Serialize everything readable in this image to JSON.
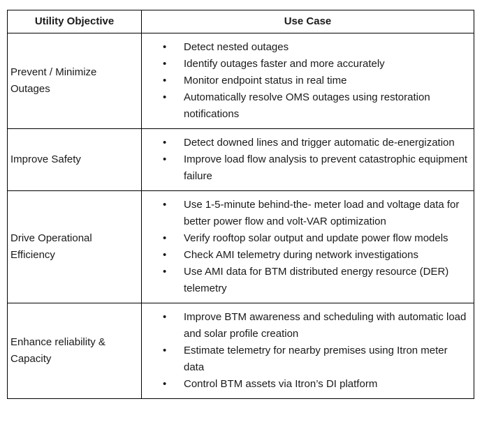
{
  "table": {
    "headers": {
      "objective": "Utility Objective",
      "use_case": "Use Case"
    },
    "rows": [
      {
        "objective": "Prevent / Minimize Outages",
        "use_cases": [
          "Detect nested outages",
          "Identify outages faster and more accurately",
          "Monitor endpoint status in real time",
          "Automatically resolve OMS outages using restoration notifications"
        ]
      },
      {
        "objective": "Improve Safety",
        "use_cases": [
          "Detect downed lines and trigger automatic de-energization",
          "Improve load flow analysis to prevent catastrophic equipment failure"
        ]
      },
      {
        "objective": "Drive Operational Efficiency",
        "use_cases": [
          "Use 1-5-minute behind-the- meter load and voltage data for better power flow and volt-VAR optimization",
          "Verify rooftop solar output and update power flow models",
          "Check AMI telemetry during network investigations",
          "Use AMI data for BTM distributed energy resource (DER) telemetry"
        ]
      },
      {
        "objective": "Enhance reliability & Capacity",
        "use_cases": [
          "Improve BTM awareness and scheduling with automatic load and solar profile creation",
          "Estimate telemetry for nearby premises using Itron meter data",
          "Control BTM assets via Itron’s DI platform"
        ]
      }
    ]
  }
}
